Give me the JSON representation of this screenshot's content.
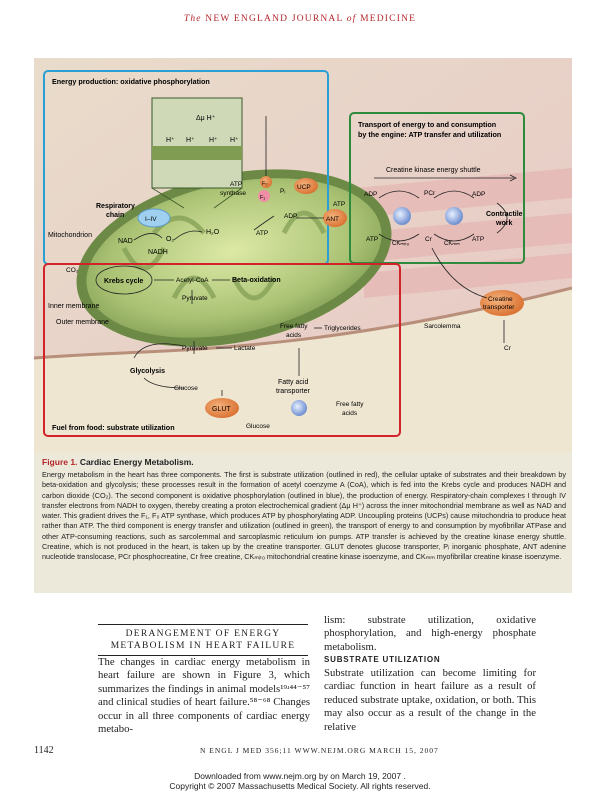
{
  "header": {
    "journal_prefix": "The",
    "journal_main": "NEW ENGLAND JOURNAL",
    "journal_of": "of",
    "journal_end": "MEDICINE"
  },
  "figure": {
    "box_energy_production": "Energy production: oxidative phosphorylation",
    "box_transport": "Transport of energy to and consumption by the engine: ATP transfer and utilization",
    "box_fuel": "Fuel from food: substrate utilization",
    "labels": {
      "delta_mu": "Δμ H⁺",
      "h1": "H⁺",
      "h2": "H⁺",
      "h3": "H⁺",
      "h4": "H⁺",
      "respiratory_chain": "Respiratory chain",
      "mitochondrion": "Mitochondrion",
      "i_iv": "I–IV",
      "nad": "NAD",
      "o2": "O₂",
      "h2o": "H₂O",
      "nadh": "NADH",
      "atp_synthase": "ATP synthase",
      "f0": "F₀",
      "f1": "F₁",
      "pi": "Pᵢ",
      "ucp": "UCP",
      "atp1": "ATP",
      "adp1": "ADP",
      "atp2": "ATP",
      "ant": "ANT",
      "ck_shuttle": "Creatine kinase energy shuttle",
      "adp_left": "ADP",
      "pcr": "PCr",
      "adp_right": "ADP",
      "contractile_work": "Contractile work",
      "atp_left": "ATP",
      "ck_mito": "CKₘᵢₜₒ",
      "cr": "Cr",
      "ck_mm": "CKₘₘ",
      "atp_right": "ATP",
      "co2": "CO₂",
      "krebs": "Krebs cycle",
      "acetyl_coa": "Acetyl-CoA",
      "beta_ox": "Beta-oxidation",
      "pyruvate1": "Pyruvate",
      "inner_membrane": "Inner membrane",
      "outer_membrane": "Outer membrane",
      "ffa": "Free fatty acids",
      "triglycerides": "Triglycerides",
      "pyruvate2": "Pyruvate",
      "lactate": "Lactate",
      "glycolysis": "Glycolysis",
      "glucose1": "Glucose",
      "fatty_acid_transporter": "Fatty acid transporter",
      "ffa2": "Free fatty acids",
      "glut": "GLUT",
      "glucose2": "Glucose",
      "creatine_transporter": "Creatine transporter",
      "sarcolemma": "Sarcolemma",
      "cr2": "Cr"
    }
  },
  "caption": {
    "title_num": "Figure 1.",
    "title_rest": "Cardiac Energy Metabolism.",
    "text": "Energy metabolism in the heart has three components. The first is substrate utilization (outlined in red), the cellular uptake of substrates and their breakdown by beta-oxidation and glycolysis; these processes result in the formation of acetyl coenzyme A (CoA), which is fed into the Krebs cycle and produces NADH and carbon dioxide (CO₂). The second component is oxidative phosphorylation (outlined in blue), the production of energy. Respiratory-chain complexes I through IV transfer electrons from NADH to oxygen, thereby creating a proton electrochemical gradient (Δμ H⁺) across the inner mitochondrial membrane as well as NAD and water. This gradient drives the F₁, F₀ ATP synthase, which produces ATP by phosphorylating ADP. Uncoupling proteins (UCPs) cause mitochondria to produce heat rather than ATP. The third component is energy transfer and utilization (outlined in green), the transport of energy to and consumption by myofibrillar ATPase and other ATP-consuming reactions, such as sarcolemmal and sarcoplasmic reticulum ion pumps. ATP transfer is achieved by the creatine kinase energy shuttle. Creatine, which is not produced in the heart, is taken up by the creatine transporter. GLUT denotes glucose transporter, Pᵢ inorganic phosphate, ANT adenine nucleotide translocase, PCr phosphocreatine, Cr free creatine, CKₘᵢₜₒ mitochondrial creatine kinase isoenzyme, and CKₘₘ myofibrillar creatine kinase isoenzyme."
  },
  "article": {
    "section_title": "DERANGEMENT OF ENERGY METABOLISM IN HEART FAILURE",
    "left_col": "The changes in cardiac energy metabolism in heart failure are shown in Figure 3, which summarizes the findings in animal models¹⁹ʴ⁴⁴⁻⁵⁷ and clinical studies of heart failure.⁵⁸⁻⁶⁸ Changes occur in all three components of cardiac energy metabo-",
    "right_col_top": "lism: substrate utilization, oxidative phosphorylation, and high-energy phosphate metabolism.",
    "subhead": "SUBSTRATE UTILIZATION",
    "right_col_body": "Substrate utilization can become limiting for cardiac function in heart failure as a result of reduced substrate uptake, oxidation, or both. This may also occur as a result of the change in the relative"
  },
  "footer": {
    "page": "1142",
    "cite": "N ENGL J MED 356;11   WWW.NEJM.ORG   MARCH 15, 2007",
    "download_line1": "Downloaded from www.nejm.org by on March 19, 2007 .",
    "download_line2": "Copyright © 2007 Massachusetts Medical Society. All rights reserved."
  },
  "colors": {
    "red_box": "#d2232a",
    "blue_box": "#2a9fd6",
    "green_box": "#2e8b3e",
    "header_red": "#b3262b"
  }
}
